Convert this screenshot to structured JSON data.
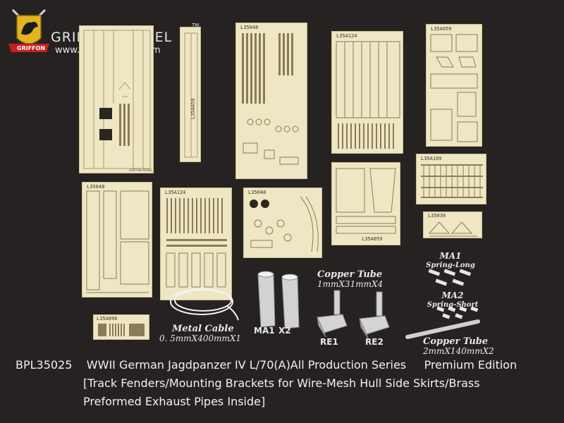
{
  "brand": {
    "name": "GRIFFON MODEL",
    "tm": "TM",
    "url": "www.griffonmodel.com",
    "ribbon": "GRIFFON"
  },
  "frets": {
    "f1_code": "",
    "f2_code": "L35A059",
    "f3_code": "L35048",
    "f4_code": "L35A124",
    "f5_code": "L35A059",
    "f6_code": "L35048",
    "f7_code": "L35A124",
    "f8_code": "L35048",
    "f9_code": "L35A059",
    "f10_code": "L35A109",
    "f11_code": "L35036",
    "f12_code": "L35A096",
    "maker": "GRIFFON MODEL"
  },
  "parts": {
    "copper_tube_1_title": "Copper Tube",
    "copper_tube_1_size": "1mmX31mmX4",
    "metal_cable_title": "Metal Cable",
    "metal_cable_size": "0. 5mmX400mmX1",
    "ma1_tag": "MA1",
    "x2_tag": "X2",
    "re1_tag": "RE1",
    "re2_tag": "RE2",
    "spring_ma1": "MA1",
    "spring_ma1_sub": "Spring-Long",
    "spring_ma2": "MA2",
    "spring_ma2_sub": "Spring-Short",
    "copper_tube_2_title": "Copper Tube",
    "copper_tube_2_size": "2mmX140mmX2"
  },
  "footer": {
    "code": "BPL35025",
    "title": "WWII German Jagdpanzer IV L/70(A)All Production Series",
    "edition": "Premium Edition",
    "line2": "[Track Fenders/Mounting Brackets for Wire-Mesh Hull Side Skirts/Brass",
    "line3": "Preformed Exhaust Pipes Inside]"
  },
  "colors": {
    "background": "#252221",
    "brass": "#efe6c3",
    "text": "#f2f2f2"
  }
}
